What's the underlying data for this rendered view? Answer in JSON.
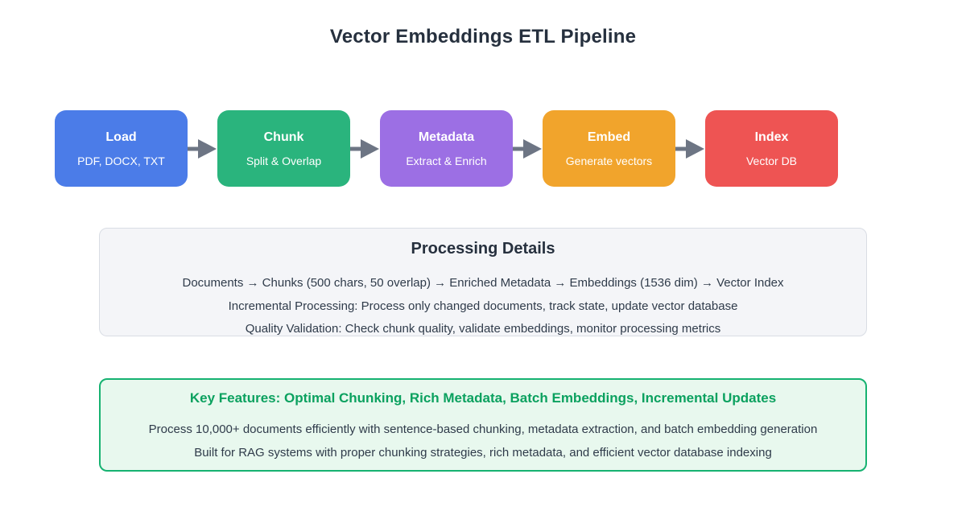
{
  "title": "Vector Embeddings ETL Pipeline",
  "pipeline": {
    "arrow_color": "#6d7584",
    "stages": [
      {
        "label": "Load",
        "sublabel": "PDF, DOCX, TXT",
        "color": "#4b7ce8"
      },
      {
        "label": "Chunk",
        "sublabel": "Split & Overlap",
        "color": "#2ab47d"
      },
      {
        "label": "Metadata",
        "sublabel": "Extract & Enrich",
        "color": "#9c6fe4"
      },
      {
        "label": "Embed",
        "sublabel": "Generate vectors",
        "color": "#f1a42c"
      },
      {
        "label": "Index",
        "sublabel": "Vector DB",
        "color": "#ee5453"
      }
    ]
  },
  "processing": {
    "heading": "Processing Details",
    "lines": [
      "Documents → Chunks (500 chars, 50 overlap) → Enriched Metadata → Embeddings (1536 dim) → Vector Index",
      "Incremental Processing: Process only changed documents, track state, update vector database",
      "Quality Validation: Check chunk quality, validate embeddings, monitor processing metrics"
    ]
  },
  "features": {
    "heading": "Key Features: Optimal Chunking, Rich Metadata, Batch Embeddings, Incremental Updates",
    "accent_color": "#0ba15f",
    "border_color": "#16b271",
    "background_color": "#e8f8ee",
    "lines": [
      "Process 10,000+ documents efficiently with sentence-based chunking, metadata extraction, and batch embedding generation",
      "Built for RAG systems with proper chunking strategies, rich metadata, and efficient vector database indexing"
    ]
  }
}
